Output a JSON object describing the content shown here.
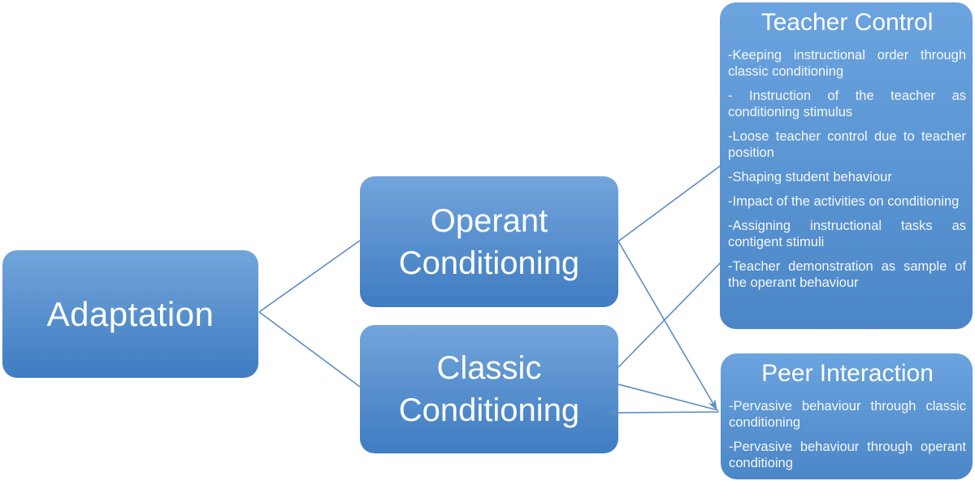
{
  "diagram": {
    "type": "hierarchy-mind-map",
    "root": {
      "label": "Adaptation"
    },
    "branches": [
      {
        "label": "Operant Conditioning",
        "label_line1": "Operant",
        "label_line2": "Conditioning"
      },
      {
        "label": "Classic Conditioning",
        "label_line1": "Classic",
        "label_line2": "Conditioning"
      }
    ],
    "detail_boxes": [
      {
        "title": "Teacher Control",
        "bullets": [
          "-Keeping instructional order through classic conditioning",
          "- Instruction of the teacher as conditioning stimulus",
          "-Loose teacher control due to teacher position",
          "-Shaping student behaviour",
          "-Impact of the activities on conditioning",
          "-Assigning instructional tasks as contigent stimuli",
          "-Teacher demonstration as sample of the operant behaviour"
        ]
      },
      {
        "title": "Peer Interaction",
        "bullets": [
          "-Pervasive behaviour through classic conditioning",
          "-Pervasive behaviour through operant conditioing"
        ]
      }
    ],
    "connectors": [
      {
        "from": "adaptation",
        "to": "operant-conditioning",
        "arrow": false
      },
      {
        "from": "adaptation",
        "to": "classic-conditioning",
        "arrow": false
      },
      {
        "from": "operant-conditioning",
        "to": "teacher-control",
        "arrow": false
      },
      {
        "from": "operant-conditioning",
        "to": "peer-interaction",
        "arrow": true
      },
      {
        "from": "classic-conditioning",
        "to": "teacher-control",
        "arrow": false
      },
      {
        "from": "classic-conditioning",
        "to": "peer-interaction",
        "arrow": false
      },
      {
        "from": "peer-interaction",
        "to": "classic-conditioning",
        "arrow": true
      }
    ],
    "colors": {
      "box_gradient_top": "#72a5dc",
      "box_gradient_bottom": "#3f7cc2",
      "detail_gradient_top": "#6ba4df",
      "detail_gradient_bottom": "#4b86c8",
      "connector_line": "#5b8dc5",
      "text": "#ffffff",
      "background": "#ffffff"
    }
  }
}
